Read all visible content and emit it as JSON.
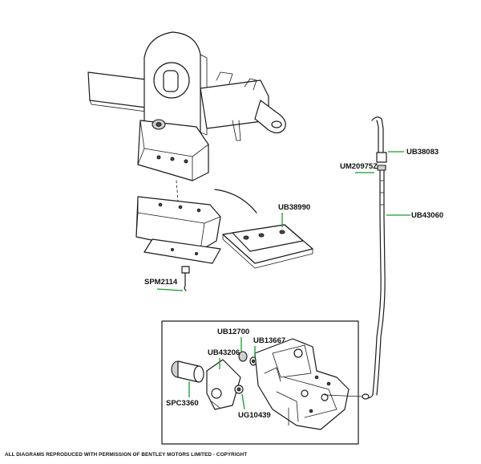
{
  "colors": {
    "leader": "#1a9a2a",
    "ink": "#1a1a1a"
  },
  "labels": {
    "ub38083": "UB38083",
    "um20975z": "UM20975Z",
    "ub43060": "UB43060",
    "ub38990": "UB38990",
    "spm2114": "SPM2114",
    "ub12700": "UB12700",
    "ub13667": "UB13667",
    "ub43206": "UB43206",
    "spc3360": "SPC3360",
    "ug10439": "UG10439"
  },
  "footer": {
    "copyright": "ALL DIAGRAMS REPRODUCED WITH PERMISSION OF BENTLEY MOTORS LIMITED - COPYRIGHT"
  }
}
